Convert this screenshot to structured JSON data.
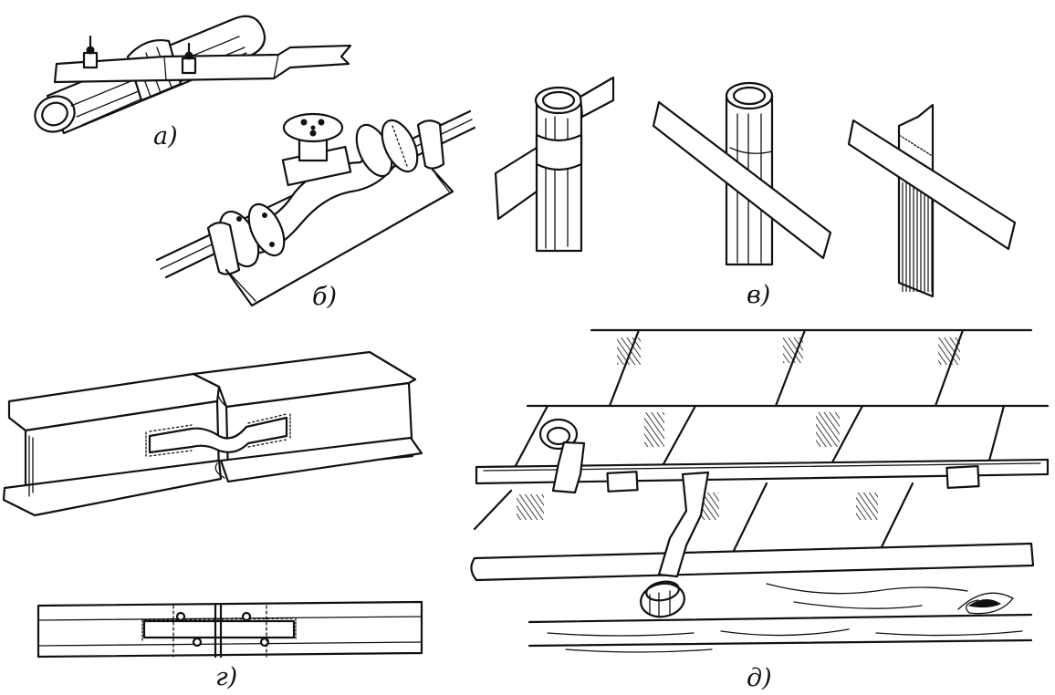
{
  "panels": [
    {
      "id": "a",
      "label": "а)"
    },
    {
      "id": "b",
      "label": "б)"
    },
    {
      "id": "v",
      "label": "в)"
    },
    {
      "id": "g",
      "label": "г)"
    },
    {
      "id": "d",
      "label": "д)"
    }
  ],
  "colors": {
    "ink": "#111111",
    "paper": "#ffffff"
  }
}
